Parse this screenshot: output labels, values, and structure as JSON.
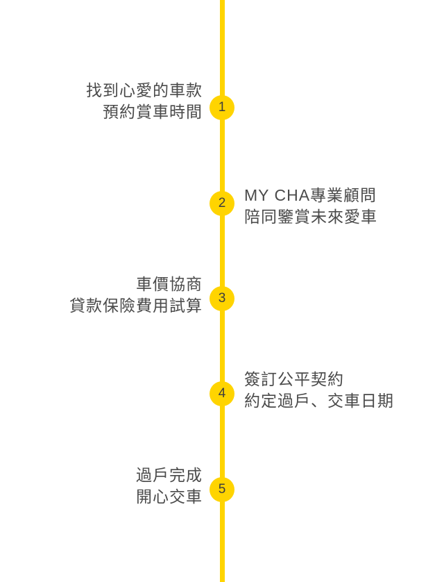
{
  "theme": {
    "accent": "#FFD400",
    "number-color": "#3d3d3d",
    "text-color": "#4a4a4a"
  },
  "timeline": {
    "steps": [
      {
        "number": "1",
        "side": "left",
        "lines": [
          "找到心愛的車款",
          "預約賞車時間"
        ]
      },
      {
        "number": "2",
        "side": "right",
        "lines": [
          "MY CHA專業顧問",
          "陪同鑒賞未來愛車"
        ]
      },
      {
        "number": "3",
        "side": "left",
        "lines": [
          "車價協商",
          "貸款保險費用試算"
        ]
      },
      {
        "number": "4",
        "side": "right",
        "lines": [
          "簽訂公平契約",
          "約定過戶、交車日期"
        ]
      },
      {
        "number": "5",
        "side": "left",
        "lines": [
          "過戶完成",
          "開心交車"
        ]
      }
    ]
  }
}
